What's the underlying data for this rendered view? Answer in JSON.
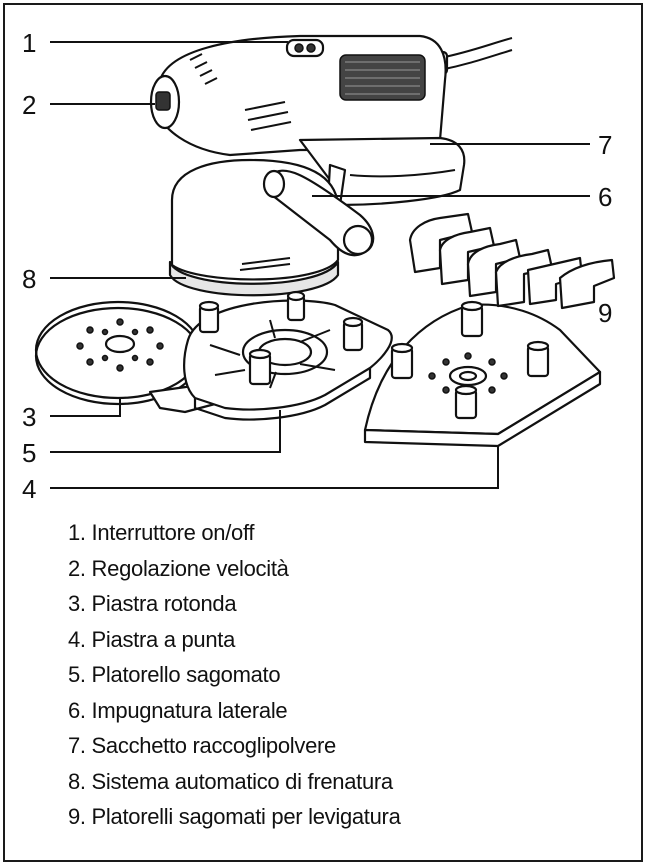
{
  "callouts": [
    {
      "number": "1"
    },
    {
      "number": "2"
    },
    {
      "number": "3"
    },
    {
      "number": "4"
    },
    {
      "number": "5"
    },
    {
      "number": "6"
    },
    {
      "number": "7"
    },
    {
      "number": "8"
    },
    {
      "number": "9"
    }
  ],
  "legend": [
    "1. Interruttore on/off",
    "2. Regolazione velocità",
    "3. Piastra rotonda",
    "4. Piastra a punta",
    "5. Platorello sagomato",
    "6. Impugnatura laterale",
    "7. Sacchetto raccoglipolvere",
    "8. Sistema automatico di frenatura",
    "9. Platorelli sagomati per levigatura"
  ]
}
